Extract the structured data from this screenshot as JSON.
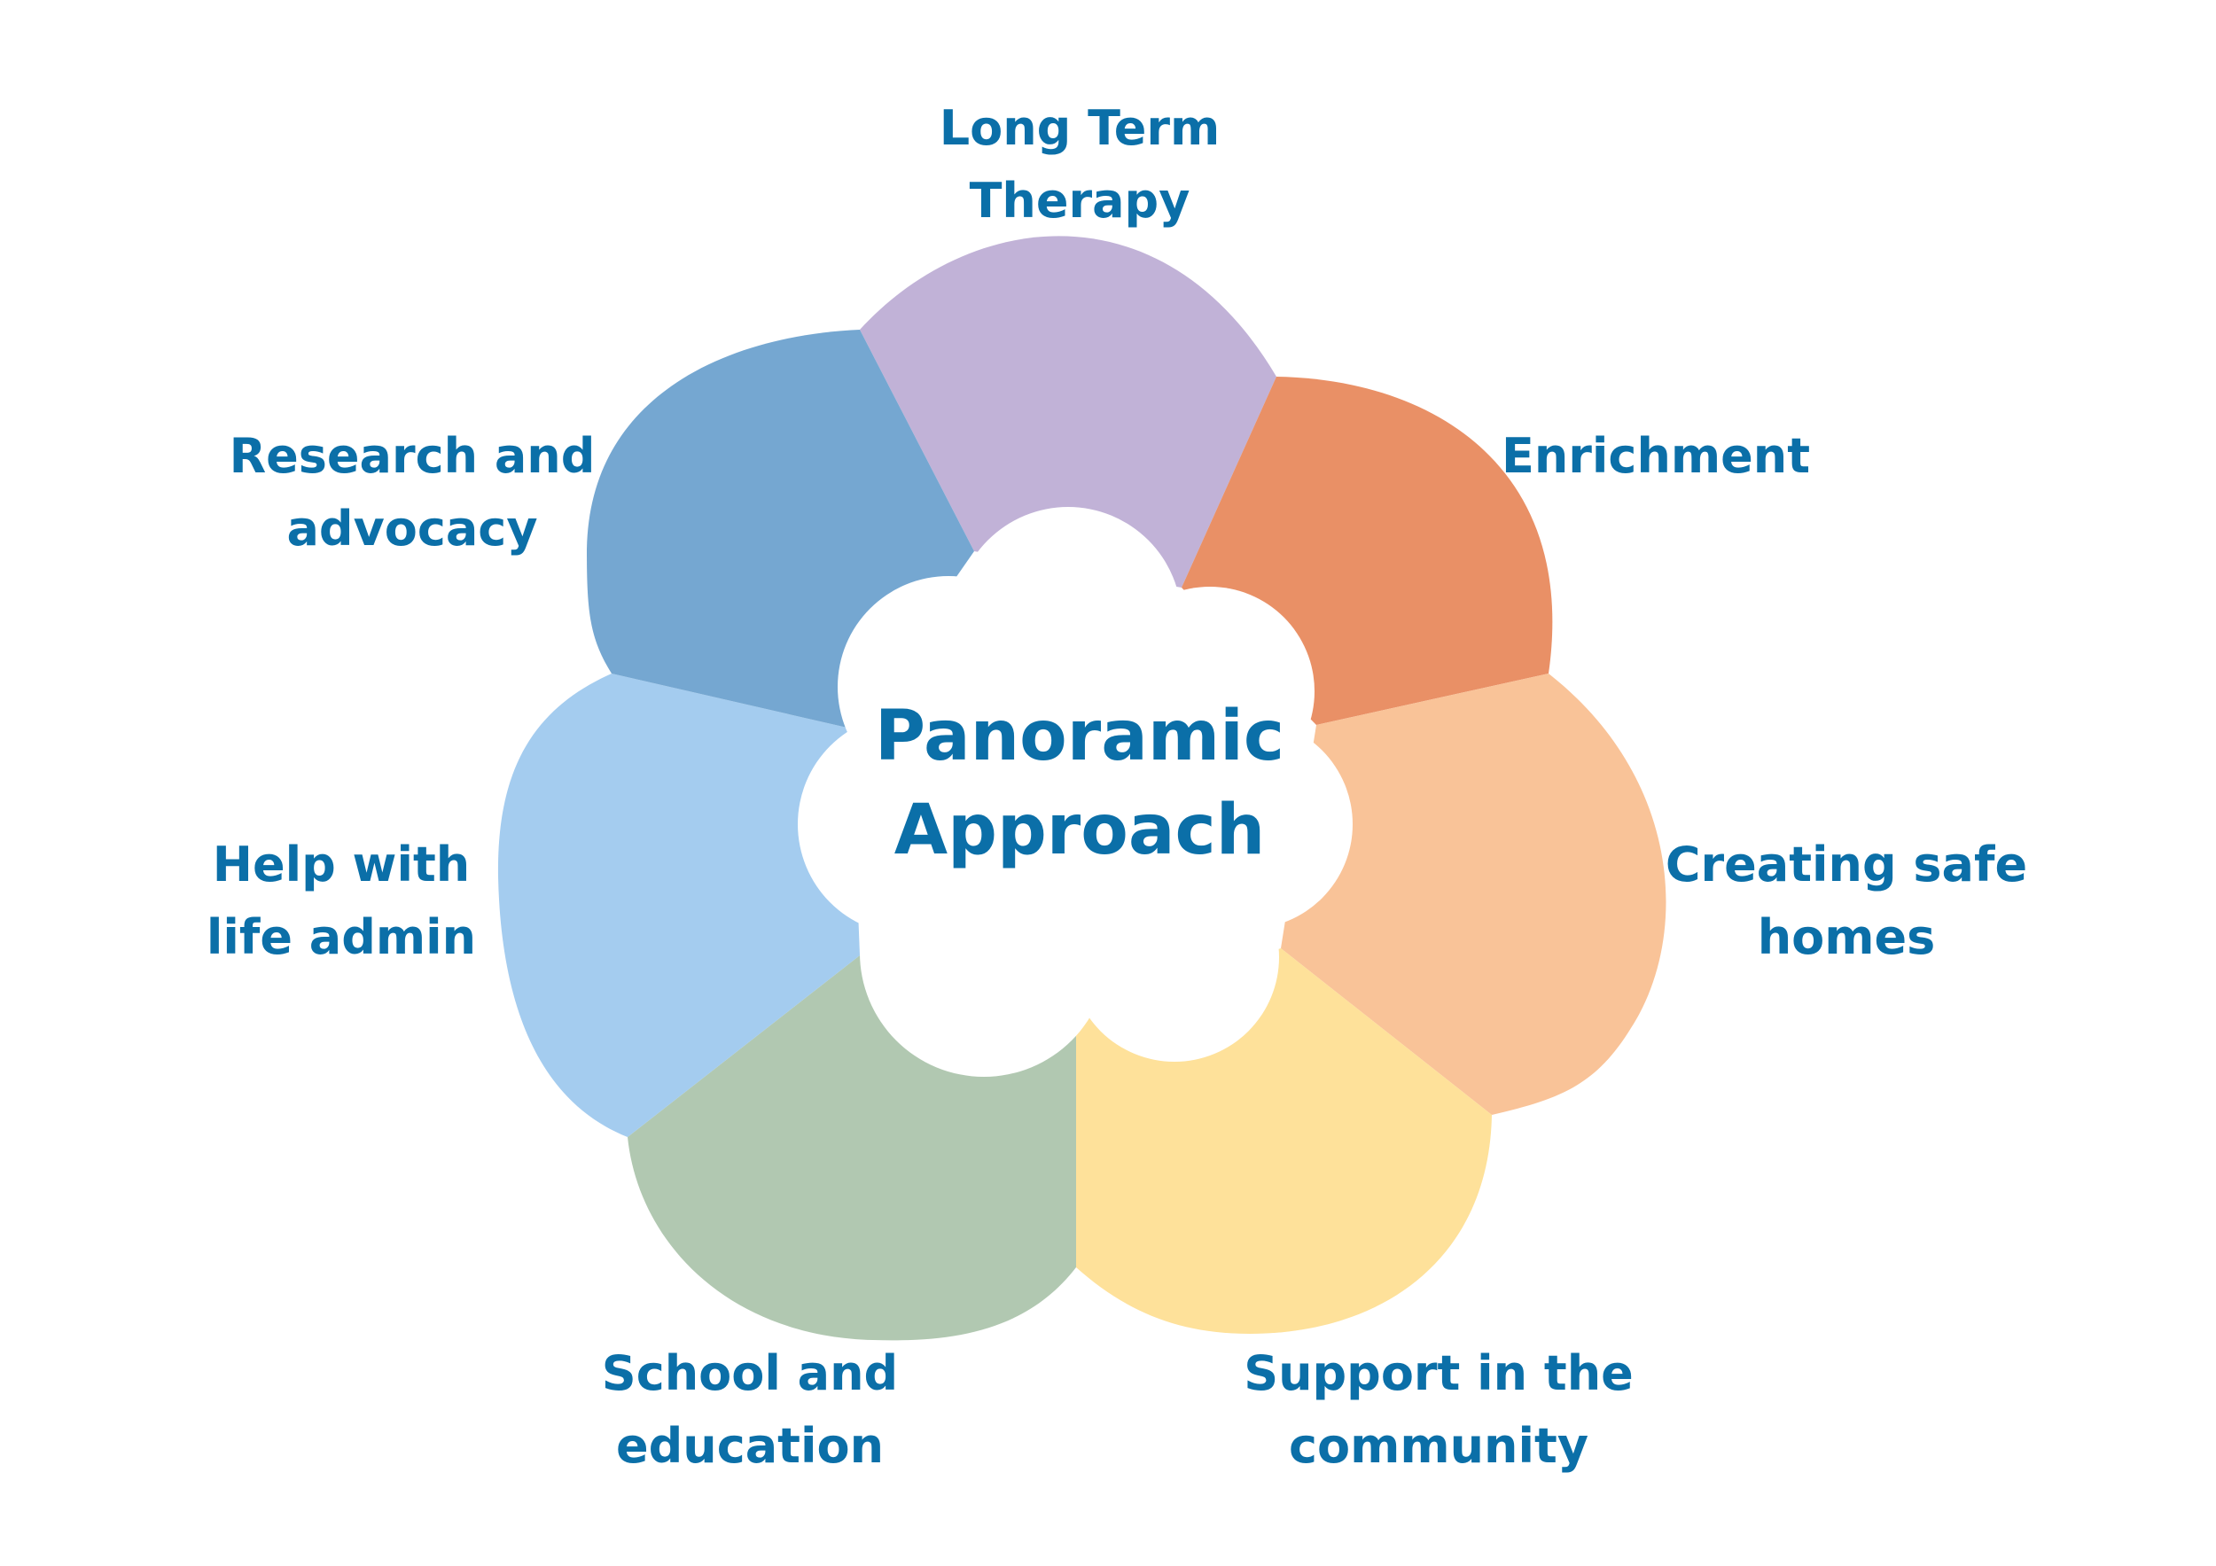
{
  "center": {
    "line1": "Panoramic",
    "line2": "Approach"
  },
  "petals": [
    {
      "line1": "Long Term",
      "line2": "Therapy",
      "color": "#c1b2d7"
    },
    {
      "line1": "Enrichment",
      "line2": "",
      "color": "#e99066"
    },
    {
      "line1": "Creating safe",
      "line2": "homes",
      "color": "#f9c398"
    },
    {
      "line1": "Support in the",
      "line2": "community",
      "color": "#fee19a"
    },
    {
      "line1": "School and",
      "line2": "education",
      "color": "#b1c8b1"
    },
    {
      "line1": "Help with",
      "line2": "life admin",
      "color": "#a4ccef"
    },
    {
      "line1": "Research and",
      "line2": "advocacy",
      "color": "#75a7d1"
    }
  ],
  "colors": {
    "text": "#0b6fa8",
    "center_fill": "#ffffff"
  }
}
